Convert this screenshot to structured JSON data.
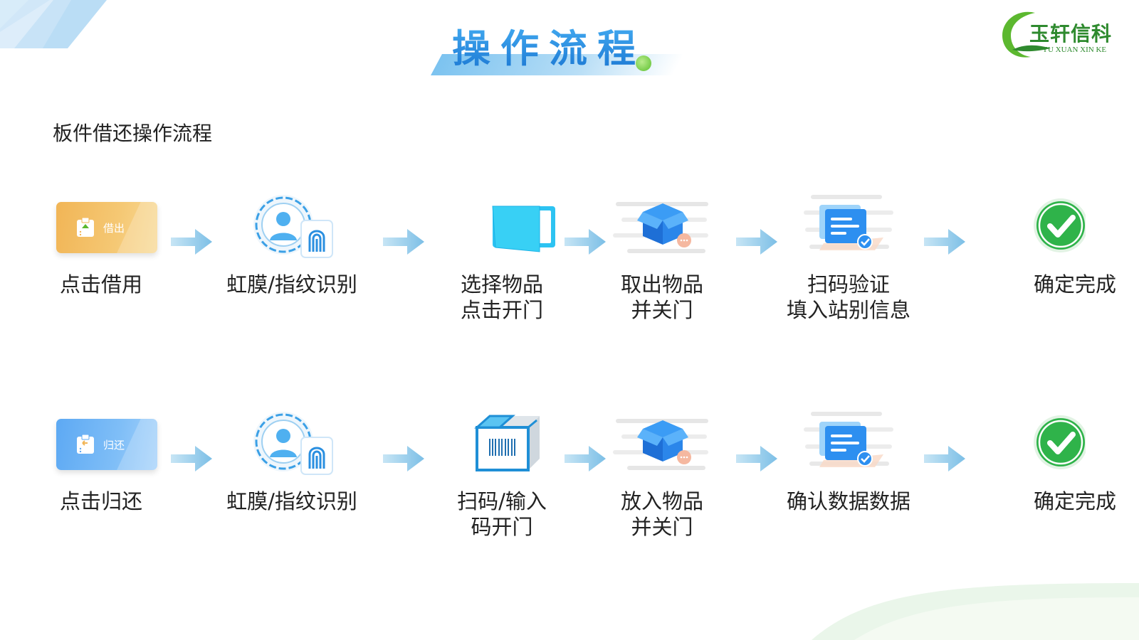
{
  "header": {
    "title": "操作流程",
    "logo_cn": "玉轩信科",
    "logo_en": "YU XUAN XIN KE"
  },
  "subtitle": "板件借还操作流程",
  "colors": {
    "title_blue": "#1b8fe0",
    "arrow_blue": "#8cc8ea",
    "borrow_button": "#f1b556",
    "return_button": "#5da9f3",
    "check_green": "#2fb34a",
    "logo_green": "#2e8a2e"
  },
  "borrow_flow": {
    "button_text": "借出",
    "steps": [
      {
        "label": "点击借用",
        "icon": "borrow-button-icon"
      },
      {
        "label": "虹膜/指纹识别",
        "icon": "iris-fingerprint-icon"
      },
      {
        "label": "选择物品\n点击开门",
        "icon": "cabinet-door-icon"
      },
      {
        "label": "取出物品\n并关门",
        "icon": "package-icon"
      },
      {
        "label": "扫码验证\n填入站别信息",
        "icon": "document-check-icon"
      },
      {
        "label": "确定完成",
        "icon": "check-circle-icon"
      }
    ]
  },
  "return_flow": {
    "button_text": "归还",
    "steps": [
      {
        "label": "点击归还",
        "icon": "return-button-icon"
      },
      {
        "label": "虹膜/指纹识别",
        "icon": "iris-fingerprint-icon"
      },
      {
        "label": "扫码/输入\n码开门",
        "icon": "barcode-box-icon"
      },
      {
        "label": "放入物品\n并关门",
        "icon": "package-icon"
      },
      {
        "label": "确认数据数据",
        "icon": "document-check-icon"
      },
      {
        "label": "确定完成",
        "icon": "check-circle-icon"
      }
    ]
  }
}
